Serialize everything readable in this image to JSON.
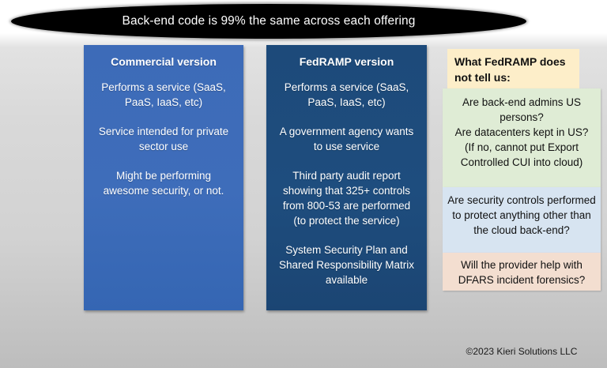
{
  "banner": {
    "text": "Back-end code is 99% the same across each offering"
  },
  "columns": [
    {
      "key": "commercial",
      "title": "Commercial version",
      "paragraphs": [
        "Performs a service (SaaS, PaaS, IaaS, etc)",
        "Service intended for private sector use",
        "Might be performing awesome security, or not."
      ],
      "color": "#3e6dba"
    },
    {
      "key": "fedramp",
      "title": "FedRAMP version",
      "paragraphs": [
        "Performs a service (SaaS, PaaS, IaaS, etc)",
        "A government agency wants to use service",
        "Third party audit report showing that 325+ controls from 800-53 are performed (to protect the service)",
        "System Security Plan and Shared Responsibility Matrix available"
      ],
      "color": "#1e4d7e"
    }
  ],
  "notes": {
    "heading": "What FedRAMP does not tell us:",
    "heading_color": "#fdeec9",
    "green": {
      "lines": [
        "Are back-end admins US persons?",
        "Are datacenters kept in US?",
        "(If no, cannot put Export Controlled CUI into cloud)"
      ],
      "color": "#dfecd5"
    },
    "blue": {
      "lines": [
        "Are security controls performed to protect anything other than the cloud back-end?"
      ],
      "color": "#d7e4f1"
    },
    "peach": {
      "lines": [
        "Will the provider help with DFARS incident forensics?"
      ],
      "color": "#f3ded0"
    }
  },
  "footer": {
    "credit": "©2023 Kieri Solutions LLC"
  }
}
